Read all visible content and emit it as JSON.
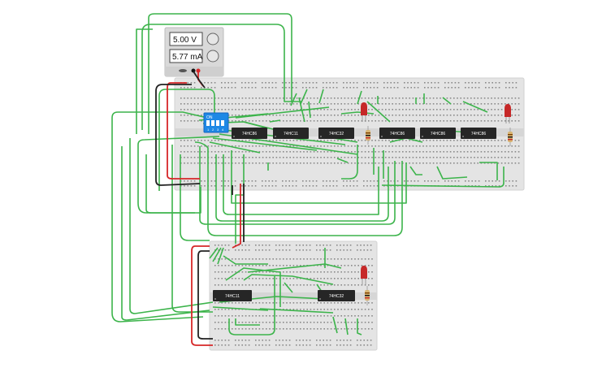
{
  "power_supply": {
    "voltage_display": "5.00 V",
    "current_display": "5.77 mA"
  },
  "dip_switch": {
    "on_label": "ON",
    "positions": [
      "1",
      "2",
      "3",
      "4"
    ]
  },
  "chips_top": [
    {
      "label": "74HC86"
    },
    {
      "label": "74HC11"
    },
    {
      "label": "74HC32"
    },
    {
      "label": "74HC86"
    },
    {
      "label": "74HC86"
    },
    {
      "label": "74HC86"
    }
  ],
  "chips_bottom": [
    {
      "label": "74HC11"
    },
    {
      "label": "74HC32"
    }
  ],
  "colors": {
    "wire": "#3cb44b",
    "wire_power": "#d62728",
    "wire_ground": "#222222",
    "board": "#e4e4e4",
    "chip": "#262626",
    "dip": "#1e88e5",
    "led": "#c62828"
  }
}
